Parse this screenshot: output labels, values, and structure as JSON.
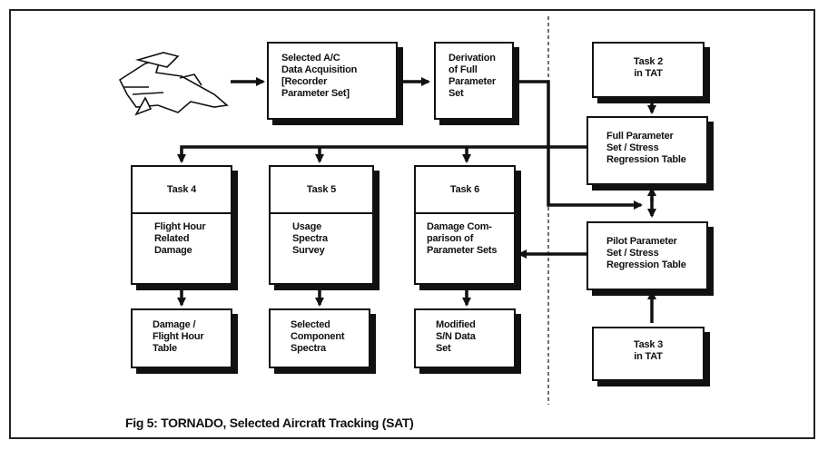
{
  "diagram": {
    "boxes": {
      "acquisition": "Selected A/C\nData Acquisition\n[Recorder\nParameter Set]",
      "derivation": "Derivation\nof Full\nParameter\nSet",
      "task2": "Task 2\nin TAT",
      "full_param": "Full Parameter\nSet / Stress\nRegression Table",
      "task4_head": "Task 4",
      "task4_body": "Flight Hour\nRelated\nDamage",
      "task5_head": "Task 5",
      "task5_body": "Usage\nSpectra\nSurvey",
      "task6_head": "Task 6",
      "task6_body": "Damage Com-\nparison of\nParameter Sets",
      "pilot_param": "Pilot Parameter\nSet / Stress\nRegression Table",
      "damage_table": "Damage /\nFlight Hour\nTable",
      "component_spectra": "Selected\nComponent\nSpectra",
      "modified_data": "Modified\nS/N Data\nSet",
      "task3": "Task 3\nin TAT"
    },
    "icon": "jet-aircraft-icon"
  },
  "caption": "Fig 5: TORNADO, Selected Aircraft Tracking (SAT)"
}
